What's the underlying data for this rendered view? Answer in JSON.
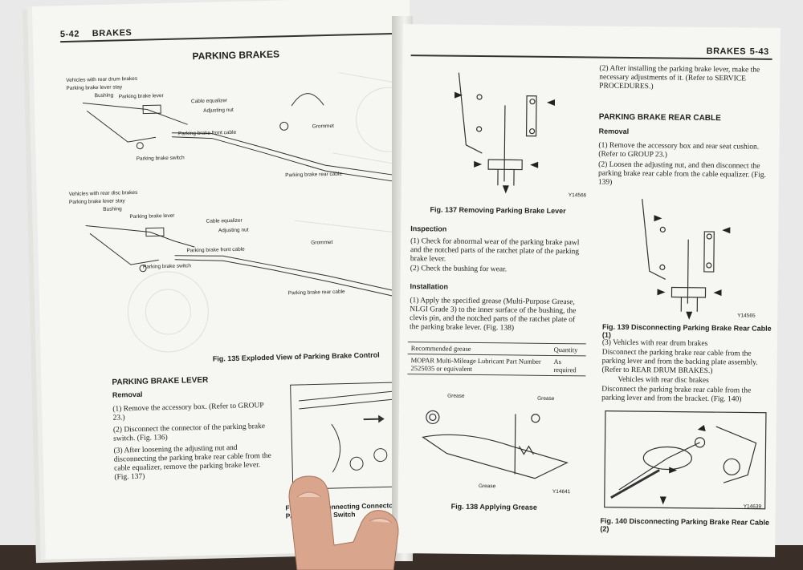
{
  "left_page": {
    "page_number": "5-42",
    "section": "BRAKES",
    "title": "PARKING BRAKES",
    "diagram1_labels": [
      "Vehicles with rear drum brakes",
      "Parking brake lever stay",
      "Bushing",
      "Parking brake lever",
      "Cable equalizer",
      "Adjusting nut",
      "Parking brake front cable",
      "Parking brake switch",
      "Grommet",
      "Parking brake rear cable"
    ],
    "diagram2_labels": [
      "Vehicles with rear disc brakes",
      "Parking brake lever stay",
      "Bushing",
      "Parking brake lever",
      "Cable equalizer",
      "Adjusting nut",
      "Parking brake front cable",
      "Parking brake switch",
      "Grommet",
      "Parking brake rear cable"
    ],
    "fig135_caption": "Fig. 135  Exploded View of Parking Brake Control",
    "section_heading": "PARKING BRAKE LEVER",
    "subheading": "Removal",
    "steps": [
      "(1) Remove the accessory box. (Refer to GROUP 23.)",
      "(2) Disconnect the connector of the parking brake switch. (Fig. 136)",
      "(3) After loosening the adjusting nut and disconnecting the parking brake rear cable from the cable equalizer, remove the parking brake lever. (Fig. 137)"
    ],
    "fig136_caption": "Fig. 136  Disconnecting Connector of Parking Brake Switch"
  },
  "right_page": {
    "page_number": "5-43",
    "section": "BRAKES",
    "fig137_caption": "Fig. 137  Removing Parking Brake Lever",
    "fig137_code": "Y14566",
    "inspection_heading": "Inspection",
    "inspection_steps": [
      "(1) Check for abnormal wear of the parking brake pawl and the notched parts of the ratchet plate of the parking brake lever.",
      "(2) Check the bushing for wear."
    ],
    "installation_heading": "Installation",
    "installation_steps": [
      "(1) Apply the specified grease (Multi-Purpose Grease, NLGI Grade 3) to the inner surface of the bushing, the clevis pin, and the notched parts of the ratchet plate of the parking brake lever. (Fig. 138)"
    ],
    "grease_table": {
      "headers": [
        "Recommended grease",
        "Quantity"
      ],
      "row": [
        "MOPAR Multi-Mileage Lubricant Part Number 2525035 or equivalent",
        "As required"
      ]
    },
    "fig138_labels": [
      "Grease",
      "Grease",
      "Grease"
    ],
    "fig138_code": "Y14641",
    "fig138_caption": "Fig. 138  Applying Grease",
    "col2_steps": [
      "(2) After installing the parking brake lever, make the necessary adjustments of it. (Refer to SERVICE PROCEDURES.)"
    ],
    "rear_cable_heading": "PARKING BRAKE REAR CABLE",
    "removal_heading": "Removal",
    "removal_steps": [
      "(1) Remove the accessory box and rear seat cushion. (Refer to GROUP 23.)",
      "(2) Loosen the adjusting nut, and then disconnect the parking brake rear cable from the cable equalizer. (Fig. 139)"
    ],
    "fig139_code": "Y14565",
    "fig139_caption": "Fig. 139  Disconnecting Parking Brake Rear Cable (1)",
    "step3_heading": "(3) Vehicles with rear drum brakes",
    "step3_text": "Disconnect the parking brake rear cable from the parking lever and from the backing plate assembly. (Refer to REAR DRUM BRAKES.)",
    "disc_heading": "Vehicles with rear disc brakes",
    "disc_text": "Disconnect the parking brake rear cable from the parking lever and from the bracket. (Fig. 140)",
    "fig140_code": "Y14639",
    "fig140_caption": "Fig. 140  Disconnecting Parking Brake Rear Cable (2)"
  },
  "colors": {
    "paper": "#f6f6f2",
    "ink": "#222222",
    "background": "#e9e9ea",
    "skin": "#d9a58c"
  }
}
